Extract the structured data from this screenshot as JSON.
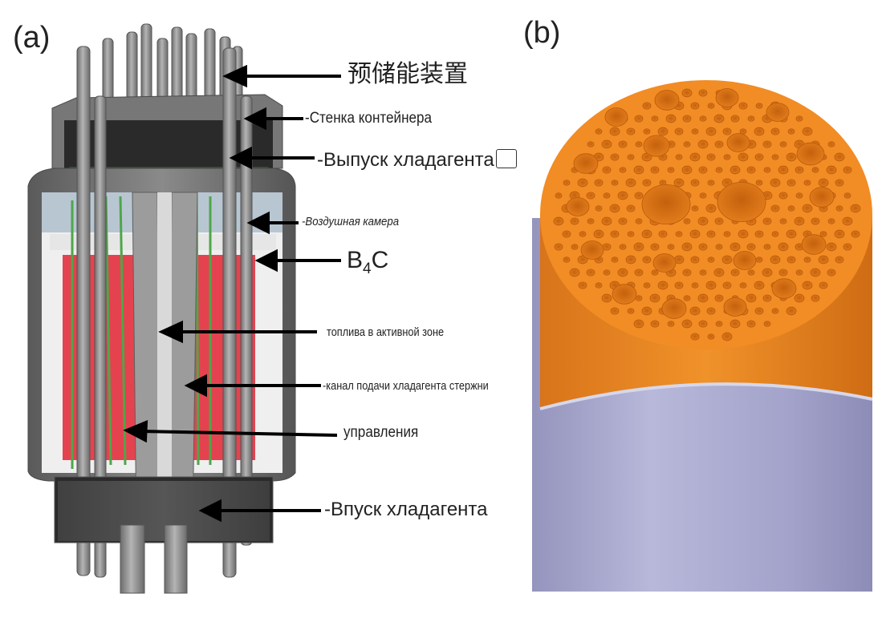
{
  "panels": {
    "a": {
      "letter": "(a)"
    },
    "b": {
      "letter": "(b)"
    }
  },
  "labels": {
    "energy_storage": "预储能装置",
    "container_wall": "-Стенка контейнера",
    "coolant_outlet": "-Выпуск хладагента",
    "air_chamber": "-Воздушная камера",
    "b4c": {
      "main_1": "B",
      "sub": "4",
      "main_2": "C"
    },
    "core_fuel": "топлива в активной зоне",
    "coolant_channel": "-канал подачи хладагента стержни",
    "control": "управления",
    "coolant_inlet": "-Впуск хладагента"
  },
  "colors": {
    "fuel_red": "#e5424f",
    "shell_gray": "#6f6f6f",
    "rod_gray": "#8e8e8e",
    "air_blue": "#b8c6d2",
    "green_channel": "#4fa64a",
    "block_orange": "#f08a1a",
    "cylinder_lavender": "#a6a6cc"
  }
}
